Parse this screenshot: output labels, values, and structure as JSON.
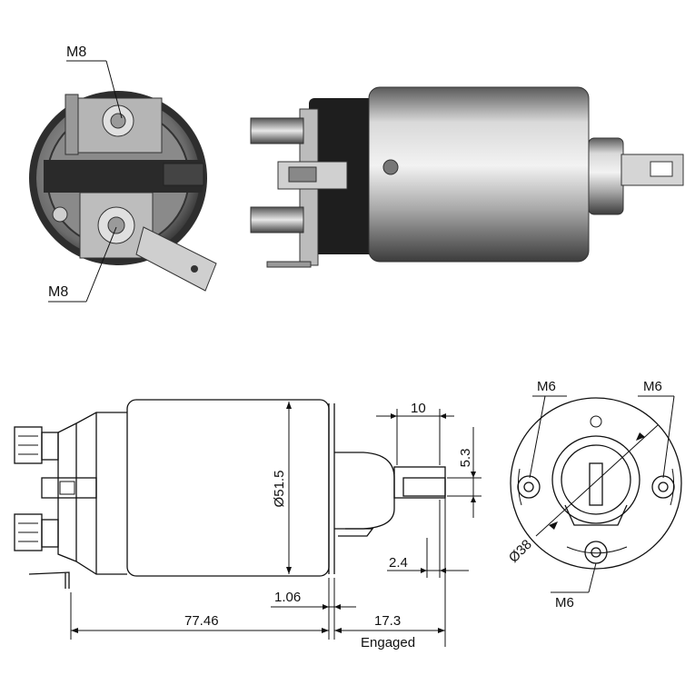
{
  "photo": {
    "label_top": "M8",
    "label_bottom": "M8"
  },
  "drawing": {
    "dim_10": "10",
    "dim_5_3": "5.3",
    "dim_diameter_51_5": "Ø51.5",
    "dim_2_4": "2.4",
    "dim_1_06": "1.06",
    "dim_77_46": "77.46",
    "dim_17_3": "17.3",
    "engaged_label": "Engaged"
  },
  "end_view": {
    "label_m6_left": "M6",
    "label_m6_right": "M6",
    "label_m6_bottom": "M6",
    "dim_diameter_38": "Ø38"
  },
  "colors": {
    "metal_light": "#d8d8d8",
    "metal_dark": "#3a3a3a",
    "line": "#111111"
  }
}
